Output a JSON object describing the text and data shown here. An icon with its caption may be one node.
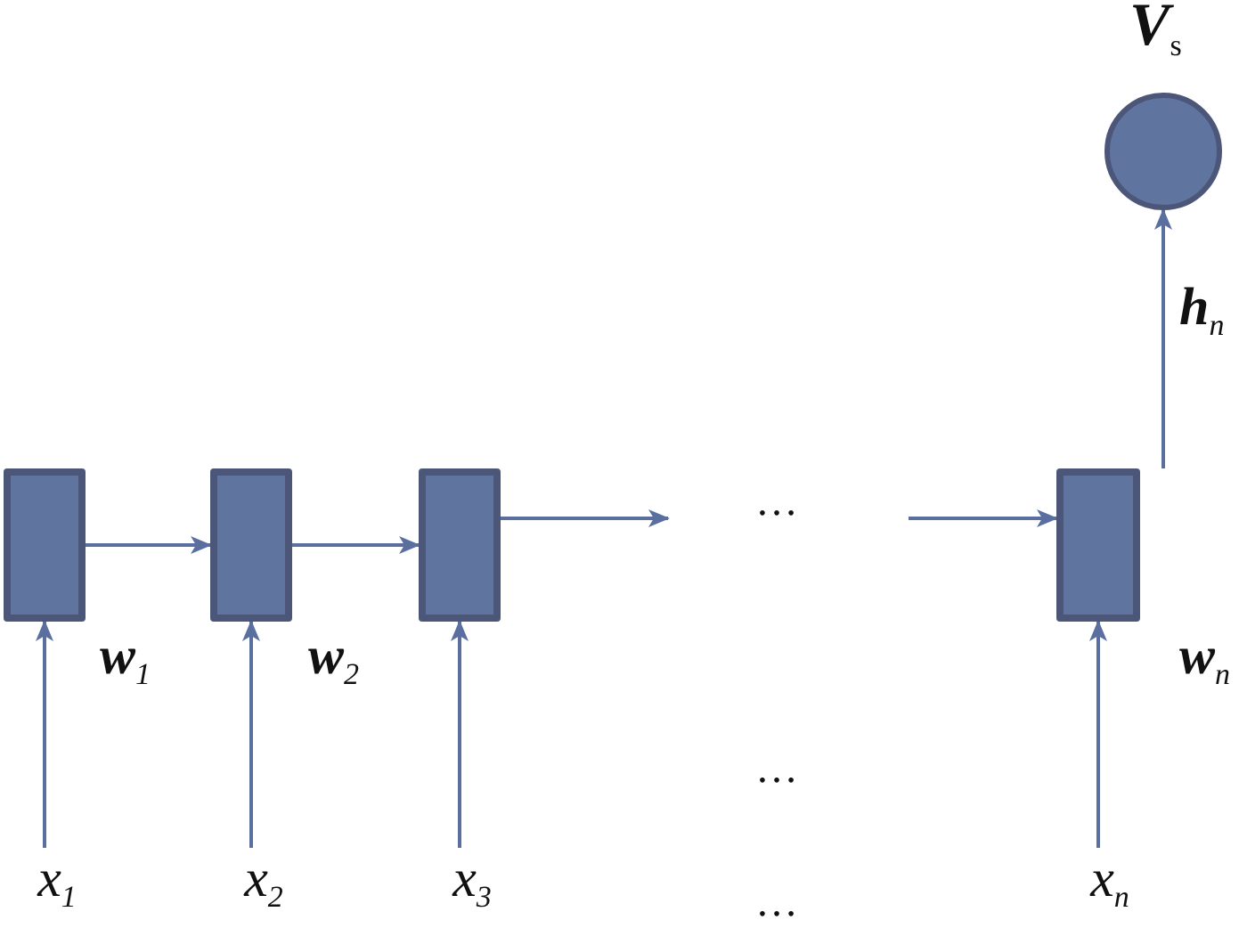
{
  "diagram": {
    "nodes": [
      {
        "text": [],
        "shape": "box"
      },
      {
        "text": [],
        "shape": "box"
      },
      {
        "text": [],
        "shape": "box"
      },
      {
        "text": [],
        "shape": "box"
      },
      {
        "text": [],
        "shape": "circle",
        "beside": [
          "V$_{s}$"
        ]
      },
      {
        "text": [
          "x$_{1}$"
        ]
      },
      {
        "text": [
          "x$_{2}$"
        ]
      },
      {
        "text": [
          "x$_{3}$"
        ]
      },
      {
        "text": [
          "x$_{n}$"
        ]
      }
    ],
    "edges": [
      {
        "from": 0,
        "to": 1,
        "arrow": "to"
      },
      {
        "from": 1,
        "to": 2,
        "arrow": "to"
      },
      {
        "from": 2,
        "to": null,
        "arrow": "to"
      },
      {
        "from": null,
        "to": 3,
        "arrow": "to"
      },
      {
        "from": 5,
        "to": 0,
        "arrow": "to",
        "label": "w$_{1}$"
      },
      {
        "from": 6,
        "to": 1,
        "arrow": "to",
        "label": "w$_{2}$"
      },
      {
        "from": 7,
        "to": 2,
        "arrow": "to"
      },
      {
        "from": 8,
        "to": 3,
        "arrow": "to",
        "label": "w$_{n}$"
      },
      {
        "from": 3,
        "to": 4,
        "arrow": "to",
        "label": "h$_{n}$"
      }
    ],
    "labels": [
      "…",
      "…",
      "…"
    ]
  }
}
